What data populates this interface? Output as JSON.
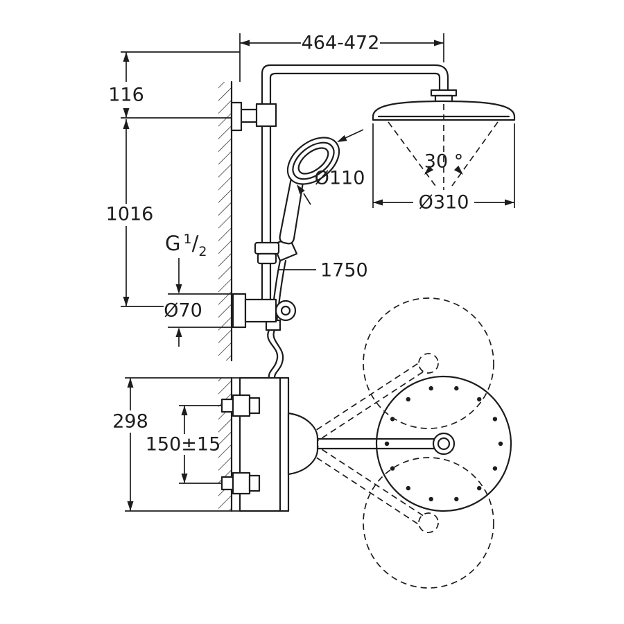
{
  "drawing": {
    "colors": {
      "line": "#1d1d1d",
      "background": "#ffffff"
    },
    "labels": {
      "span_top": "464-472",
      "offset_top": "116",
      "riser_height": "1016",
      "thread_g": "G",
      "thread_num": "1",
      "thread_slash": "/",
      "thread_den": "2",
      "escutcheon_dia": "Ø70",
      "hand_shower_dia": "Ø110",
      "hose_length": "1750",
      "spray_angle": "30 °",
      "head_shower_dia": "Ø310",
      "body_height": "298",
      "port_spacing": "150±15"
    }
  }
}
